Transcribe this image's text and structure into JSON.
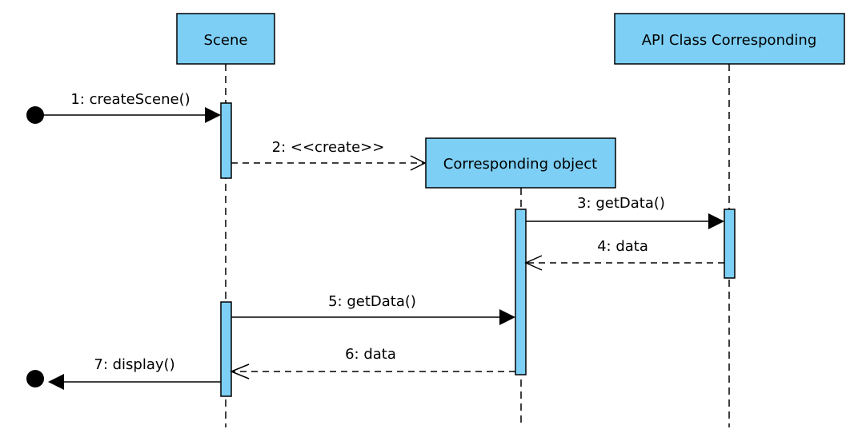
{
  "participants": [
    {
      "id": "scene",
      "label": "Scene"
    },
    {
      "id": "obj",
      "label": "Corresponding object"
    },
    {
      "id": "api",
      "label": "API Class Corresponding"
    }
  ],
  "messages": [
    {
      "id": "m1",
      "label": "1: createScene()",
      "kind": "found-call"
    },
    {
      "id": "m2",
      "label": "2: <<create>>",
      "kind": "create"
    },
    {
      "id": "m3",
      "label": "3: getData()",
      "kind": "call"
    },
    {
      "id": "m4",
      "label": "4: data",
      "kind": "return"
    },
    {
      "id": "m5",
      "label": "5: getData()",
      "kind": "call"
    },
    {
      "id": "m6",
      "label": "6: data",
      "kind": "return"
    },
    {
      "id": "m7",
      "label": "7: display()",
      "kind": "lost-call"
    }
  ],
  "colors": {
    "box_fill": "#7dcff5",
    "line": "#000000"
  }
}
